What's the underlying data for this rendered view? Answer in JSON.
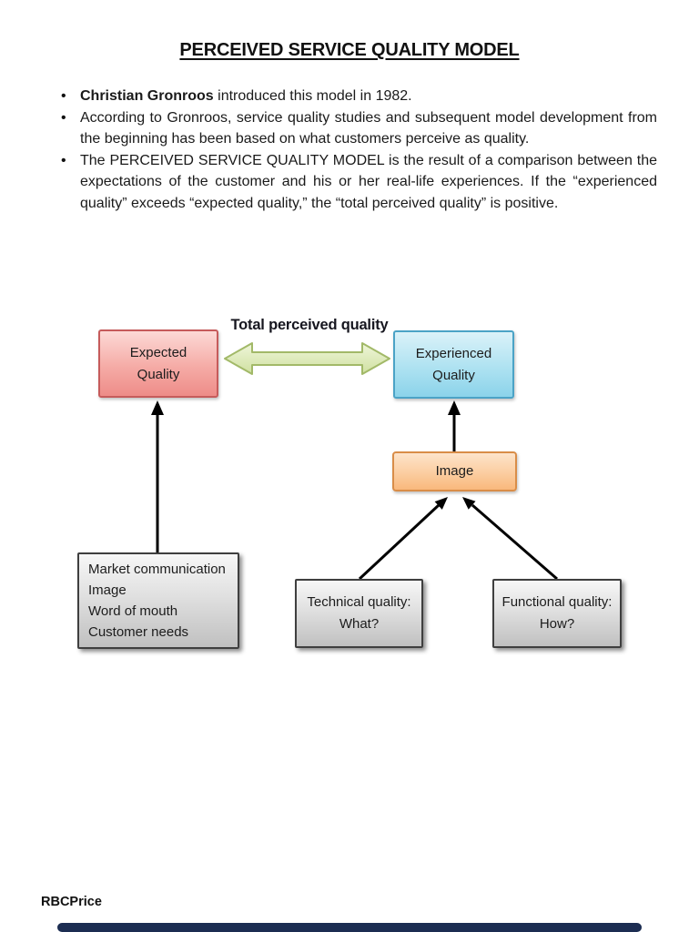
{
  "page": {
    "title": "PERCEIVED SERVICE QUALITY MODEL",
    "footer": "RBCPrice"
  },
  "bullets": [
    {
      "bold": "Christian Gronroos",
      "text": " introduced this model in 1982."
    },
    {
      "bold": "",
      "text": "According to Gronroos, service quality studies and subsequent model development from the beginning has been based on what customers perceive as quality."
    },
    {
      "bold": "",
      "text": "The PERCEIVED SERVICE QUALITY MODEL is the result of a comparison between the expectations of the customer and his or her real-life experiences. If the “experienced quality” exceeds “expected quality,” the “total perceived quality” is positive."
    }
  ],
  "diagram": {
    "total_label": "Total perceived quality",
    "expected": {
      "line1": "Expected",
      "line2": "Quality"
    },
    "experienced": {
      "line1": "Experienced",
      "line2": "Quality"
    },
    "image": {
      "label": "Image"
    },
    "market": {
      "line1": "Market communication",
      "line2": "Image",
      "line3": "Word of mouth",
      "line4": "Customer needs"
    },
    "technical": {
      "line1": "Technical quality:",
      "line2": "What?"
    },
    "functional": {
      "line1": "Functional quality:",
      "line2": "How?"
    }
  },
  "colors": {
    "expected_fill_top": "#fcd9d6",
    "expected_fill_bottom": "#ee8c88",
    "expected_border": "#c65b5b",
    "experienced_fill_top": "#dbf2f9",
    "experienced_fill_bottom": "#8bd3ea",
    "experienced_border": "#4ba3c6",
    "image_fill_top": "#fde4cb",
    "image_fill_bottom": "#f9b87c",
    "image_border": "#d98d48",
    "gray_fill_top": "#f7f7f7",
    "gray_fill_bottom": "#c0c0c0",
    "gray_border": "#3f3f3f",
    "green_arrow_fill_top": "#eff6da",
    "green_arrow_fill_bottom": "#cfe0a0",
    "green_arrow_border": "#a2b968",
    "connector_color": "#000000",
    "scrollbar_color": "#1c2d52",
    "text_color": "#1a1a1a"
  }
}
